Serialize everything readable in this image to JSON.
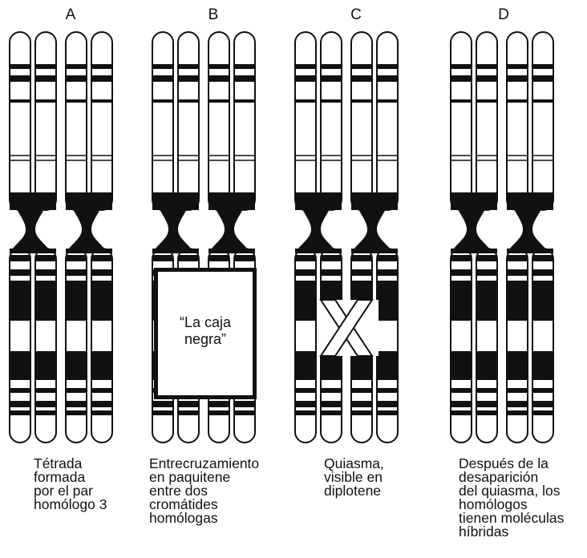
{
  "panels": [
    {
      "letter": "A",
      "caption": "Tétrada\nformada\npor el par\nhomólogo 3"
    },
    {
      "letter": "B",
      "caption": "Entrecruzamiento\nen paquitene\nentre dos\ncromátides\nhomólogas",
      "box_label": "“La caja\nnegra”"
    },
    {
      "letter": "C",
      "caption": "Quiasma,\nvisible en\ndiplotene"
    },
    {
      "letter": "D",
      "caption": "Después de la\ndesaparición\ndel quiasma, los\nhomólogos\ntienen moléculas\nhíbridas"
    }
  ],
  "colors": {
    "ink": "#111111",
    "background": "#ffffff"
  }
}
